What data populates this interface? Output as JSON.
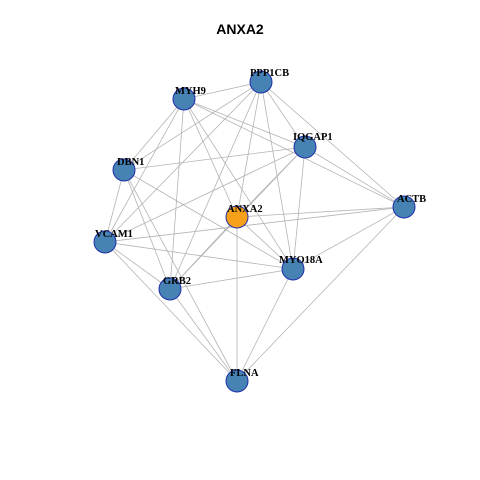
{
  "title": "ANXA2",
  "colors": {
    "hub": "#f7a11a",
    "node": "#4682b4",
    "node_border": "#1f2fa8",
    "edge": "#b4b4b4"
  },
  "network": {
    "hub": "ANXA2",
    "nodes": [
      {
        "id": "ANXA2",
        "label": "ANXA2",
        "role": "hub"
      },
      {
        "id": "PPP1CB",
        "label": "PPP1CB",
        "role": "partner"
      },
      {
        "id": "MYH9",
        "label": "MYH9",
        "role": "partner"
      },
      {
        "id": "IQGAP1",
        "label": "IQGAP1",
        "role": "partner"
      },
      {
        "id": "DBN1",
        "label": "DBN1",
        "role": "partner"
      },
      {
        "id": "ACTB",
        "label": "ACTB",
        "role": "partner"
      },
      {
        "id": "VCAM1",
        "label": "VCAM1",
        "role": "partner"
      },
      {
        "id": "MYO18A",
        "label": "MYO18A",
        "role": "partner"
      },
      {
        "id": "GRB2",
        "label": "GRB2",
        "role": "partner"
      },
      {
        "id": "FLNA",
        "label": "FLNA",
        "role": "partner"
      }
    ],
    "edges": [
      [
        "PPP1CB",
        "MYH9"
      ],
      [
        "PPP1CB",
        "IQGAP1"
      ],
      [
        "PPP1CB",
        "DBN1"
      ],
      [
        "PPP1CB",
        "ACTB"
      ],
      [
        "PPP1CB",
        "VCAM1"
      ],
      [
        "PPP1CB",
        "MYO18A"
      ],
      [
        "PPP1CB",
        "GRB2"
      ],
      [
        "PPP1CB",
        "ANXA2"
      ],
      [
        "MYH9",
        "IQGAP1"
      ],
      [
        "MYH9",
        "DBN1"
      ],
      [
        "MYH9",
        "ACTB"
      ],
      [
        "MYH9",
        "VCAM1"
      ],
      [
        "MYH9",
        "MYO18A"
      ],
      [
        "MYH9",
        "GRB2"
      ],
      [
        "MYH9",
        "ANXA2"
      ],
      [
        "IQGAP1",
        "DBN1"
      ],
      [
        "IQGAP1",
        "ACTB"
      ],
      [
        "IQGAP1",
        "VCAM1"
      ],
      [
        "IQGAP1",
        "MYO18A"
      ],
      [
        "IQGAP1",
        "GRB2"
      ],
      [
        "IQGAP1",
        "ANXA2"
      ],
      [
        "DBN1",
        "VCAM1"
      ],
      [
        "DBN1",
        "MYO18A"
      ],
      [
        "DBN1",
        "GRB2"
      ],
      [
        "DBN1",
        "FLNA"
      ],
      [
        "ACTB",
        "VCAM1"
      ],
      [
        "ACTB",
        "MYO18A"
      ],
      [
        "ACTB",
        "FLNA"
      ],
      [
        "ACTB",
        "ANXA2"
      ],
      [
        "VCAM1",
        "GRB2"
      ],
      [
        "VCAM1",
        "MYO18A"
      ],
      [
        "VCAM1",
        "FLNA"
      ],
      [
        "MYO18A",
        "GRB2"
      ],
      [
        "MYO18A",
        "FLNA"
      ],
      [
        "MYO18A",
        "ANXA2"
      ],
      [
        "GRB2",
        "FLNA"
      ],
      [
        "GRB2",
        "ANXA2"
      ],
      [
        "ANXA2",
        "FLNA"
      ]
    ]
  }
}
